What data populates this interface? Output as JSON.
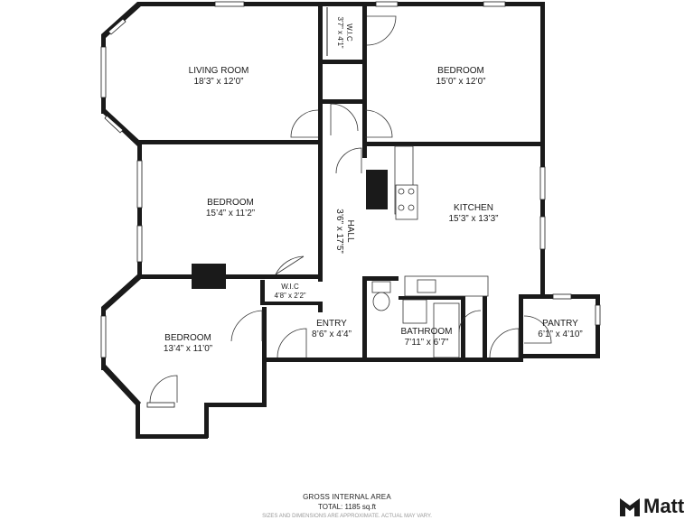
{
  "rooms": {
    "living_room": {
      "name": "LIVING ROOM",
      "dim": "18’3” x 12’0”"
    },
    "bedroom_ne": {
      "name": "BEDROOM",
      "dim": "15’0” x 12’0”"
    },
    "wic_top": {
      "name": "W.I.C",
      "dim": "3’7” x 4’1”"
    },
    "bedroom_mid": {
      "name": "BEDROOM",
      "dim": "15’4” x 11’2”"
    },
    "kitchen": {
      "name": "KITCHEN",
      "dim": "15’3” x 13’3”"
    },
    "hall": {
      "name": "HALL",
      "dim": "3’6” x 17’5”"
    },
    "wic_mid": {
      "name": "W.I.C",
      "dim": "4’8” x 2’2”"
    },
    "bedroom_sw": {
      "name": "BEDROOM",
      "dim": "13’4” x 11’0”"
    },
    "entry": {
      "name": "ENTRY",
      "dim": "8’6” x 4’4”"
    },
    "bathroom": {
      "name": "BATHROOM",
      "dim": "7’11” x 6’7”"
    },
    "pantry": {
      "name": "PANTRY",
      "dim": "6’1” x 4’10”"
    }
  },
  "footer": {
    "gross_label": "GROSS INTERNAL AREA",
    "total": "TOTAL: 1185 sq.ft",
    "disclaimer": "SIZES AND DIMENSIONS ARE APPROXIMATE. ACTUAL MAY VARY."
  },
  "brand": {
    "name": "Matt",
    "icon": "brand-logo-icon"
  },
  "colors": {
    "wall": "#1a1a1a",
    "background": "#ffffff"
  }
}
